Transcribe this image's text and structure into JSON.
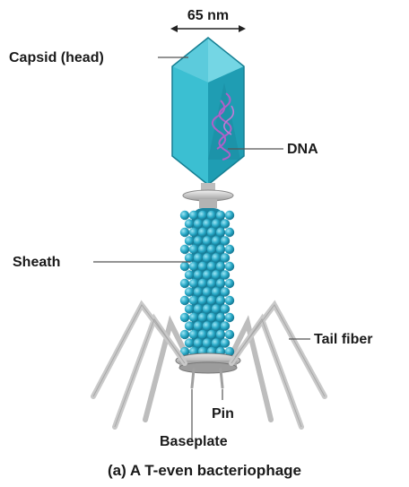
{
  "figure": {
    "scale_label": "65 nm",
    "caption": "(a) A T-even bacteriophage"
  },
  "labels": {
    "capsid": "Capsid (head)",
    "dna": "DNA",
    "sheath": "Sheath",
    "tail_fiber": "Tail fiber",
    "pin": "Pin",
    "baseplate": "Baseplate"
  },
  "colors": {
    "capsid": "#2fb6c9",
    "capsid_dark": "#1f8ea3",
    "capsid_light": "#74d6e4",
    "sheath": "#27a8c6",
    "dna": "#b060c8",
    "fiber": "#c9c9c9",
    "label_line": "#555555"
  }
}
